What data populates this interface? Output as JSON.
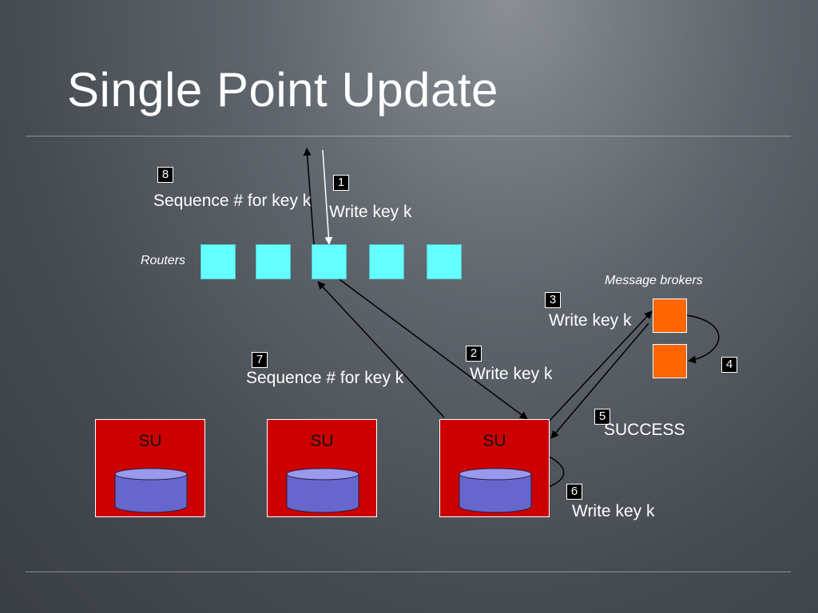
{
  "slide": {
    "title": "Single Point Update"
  },
  "groups": {
    "routers": "Routers",
    "message_brokers": "Message brokers",
    "storage_units": [
      "SU",
      "SU",
      "SU"
    ]
  },
  "steps": [
    {
      "number": "1",
      "label": "Write key k"
    },
    {
      "number": "2",
      "label": "Write key k"
    },
    {
      "number": "3",
      "label": "Write key k"
    },
    {
      "number": "4",
      "label": ""
    },
    {
      "number": "5",
      "label": "SUCCESS"
    },
    {
      "number": "6",
      "label": "Write key k"
    },
    {
      "number": "7",
      "label": "Sequence # for key k"
    },
    {
      "number": "8",
      "label": "Sequence # for key k"
    }
  ],
  "colors": {
    "router": "#66ffff",
    "broker": "#ff6600",
    "storage_unit": "#cc0000",
    "database": "#6666cc"
  }
}
